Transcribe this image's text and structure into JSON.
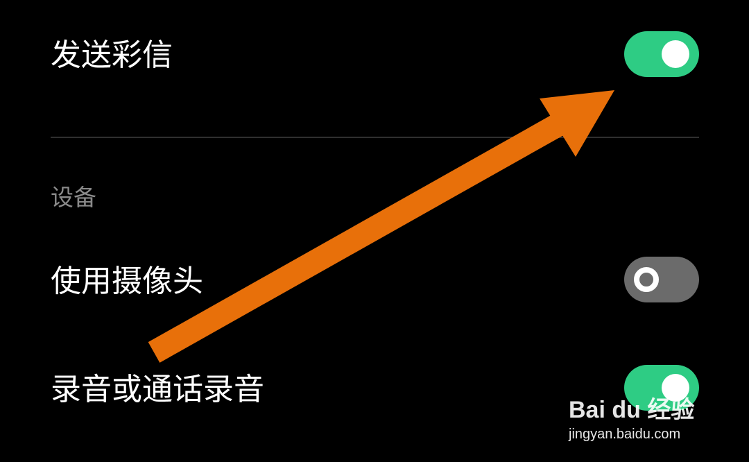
{
  "settings": {
    "mms": {
      "label": "发送彩信",
      "enabled": true
    },
    "device_section": {
      "title": "设备"
    },
    "camera": {
      "label": "使用摄像头",
      "enabled": false
    },
    "recording": {
      "label": "录音或通话录音",
      "enabled": true
    }
  },
  "annotation": {
    "arrow_color": "#e8700a",
    "points_to": "mms-toggle"
  },
  "watermark": {
    "logo": "Bai du 经验",
    "url": "jingyan.baidu.com"
  },
  "colors": {
    "background": "#000000",
    "toggle_on": "#2ecc84",
    "toggle_off": "#6b6b6b",
    "section_header": "#8a8a8a",
    "arrow": "#e8700a"
  }
}
